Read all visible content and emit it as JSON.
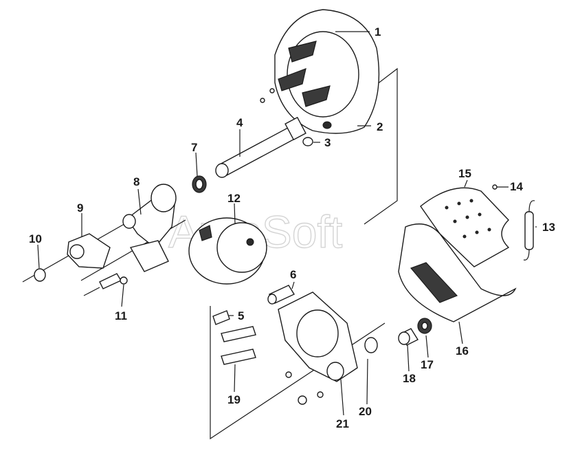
{
  "diagram": {
    "watermark": "AutoSoft",
    "callouts": [
      {
        "id": "1",
        "label": "1"
      },
      {
        "id": "2",
        "label": "2"
      },
      {
        "id": "3",
        "label": "3"
      },
      {
        "id": "4",
        "label": "4"
      },
      {
        "id": "5",
        "label": "5"
      },
      {
        "id": "6",
        "label": "6"
      },
      {
        "id": "7",
        "label": "7"
      },
      {
        "id": "8",
        "label": "8"
      },
      {
        "id": "9",
        "label": "9"
      },
      {
        "id": "10",
        "label": "10"
      },
      {
        "id": "11",
        "label": "11"
      },
      {
        "id": "12",
        "label": "12"
      },
      {
        "id": "13",
        "label": "13"
      },
      {
        "id": "14",
        "label": "14"
      },
      {
        "id": "15",
        "label": "15"
      },
      {
        "id": "16",
        "label": "16"
      },
      {
        "id": "17",
        "label": "17"
      },
      {
        "id": "18",
        "label": "18"
      },
      {
        "id": "19",
        "label": "19"
      },
      {
        "id": "20",
        "label": "20"
      },
      {
        "id": "21",
        "label": "21"
      }
    ]
  }
}
